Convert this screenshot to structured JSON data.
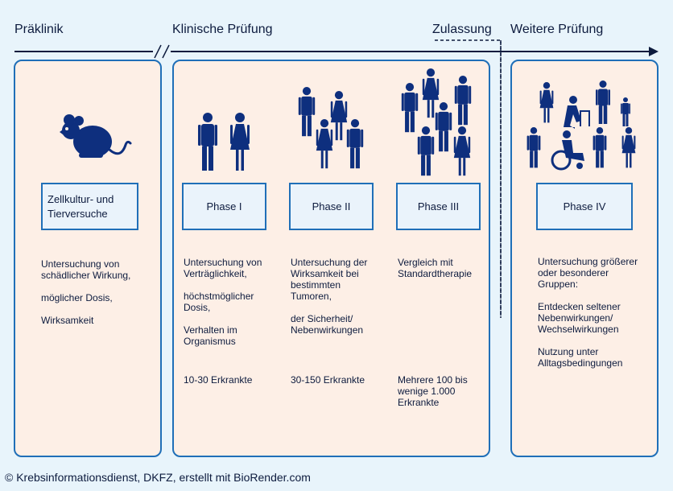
{
  "stages": {
    "preclinic": "Präklinik",
    "clinical": "Klinische Prüfung",
    "approval": "Zulassung",
    "further": "Weitere Prüfung"
  },
  "preclinic": {
    "box": "Zellkultur- und Tierversuche",
    "lines": [
      "Untersuchung von schädlicher Wirkung,",
      "möglicher Dosis,",
      "Wirksamkeit"
    ]
  },
  "phase1": {
    "box": "Phase I",
    "lines": [
      "Untersuchung von Verträglichkeit,",
      "höchstmöglicher Dosis,",
      "Verhalten im Organismus"
    ],
    "count": "10-30 Erkrankte"
  },
  "phase2": {
    "box": "Phase II",
    "lines": [
      "Untersuchung der Wirksamkeit bei bestimmten Tumoren,",
      "der Sicherheit/ Nebenwirkungen"
    ],
    "count": "30-150 Erkrankte"
  },
  "phase3": {
    "box": "Phase III",
    "lines": [
      "Vergleich mit Standardtherapie"
    ],
    "count": "Mehrere 100 bis wenige 1.000 Erkrankte"
  },
  "phase4": {
    "box": "Phase IV",
    "lines": [
      "Untersuchung größerer oder besonderer Gruppen:",
      "Entdecken seltener Nebenwirkungen/ Wechselwirkungen",
      "Nutzung unter Alltagsbedingungen"
    ]
  },
  "footer": "© Krebsinformationsdienst, DKFZ, erstellt mit BioRender.com",
  "colors": {
    "accent": "#1f6fb8",
    "panel": "#fdefe6",
    "icon": "#0e2f7e",
    "background": "#e8f4fb"
  }
}
